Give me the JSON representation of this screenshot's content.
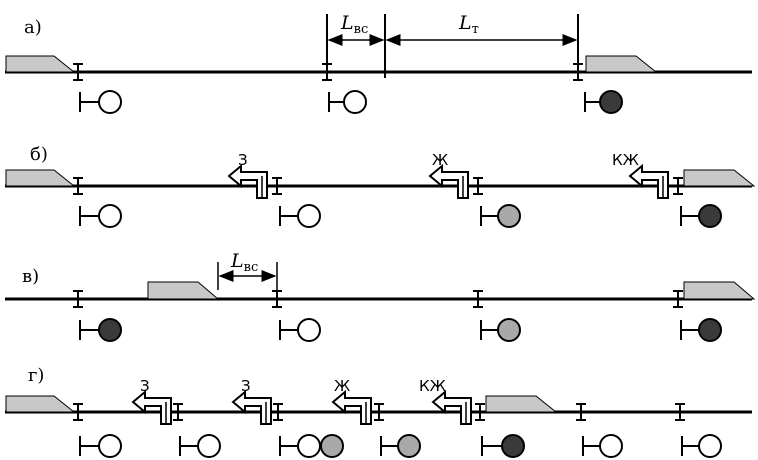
{
  "panels": {
    "a": {
      "label": "а)",
      "dims": {
        "lbs": "L",
        "lbs_sub": "вс",
        "lt": "L",
        "lt_sub": "т"
      }
    },
    "b": {
      "label": "б)",
      "codes": [
        "З",
        "Ж",
        "КЖ"
      ]
    },
    "v": {
      "label": "в)",
      "dims": {
        "lbs": "L",
        "lbs_sub": "вс"
      }
    },
    "g": {
      "label": "г)",
      "codes": [
        "З",
        "З",
        "Ж",
        "КЖ"
      ]
    }
  },
  "colors": {
    "train": "#c8c8c8",
    "red": "#3a3a3a",
    "yellow": "#a9a9a9",
    "green": "#ffffff"
  }
}
